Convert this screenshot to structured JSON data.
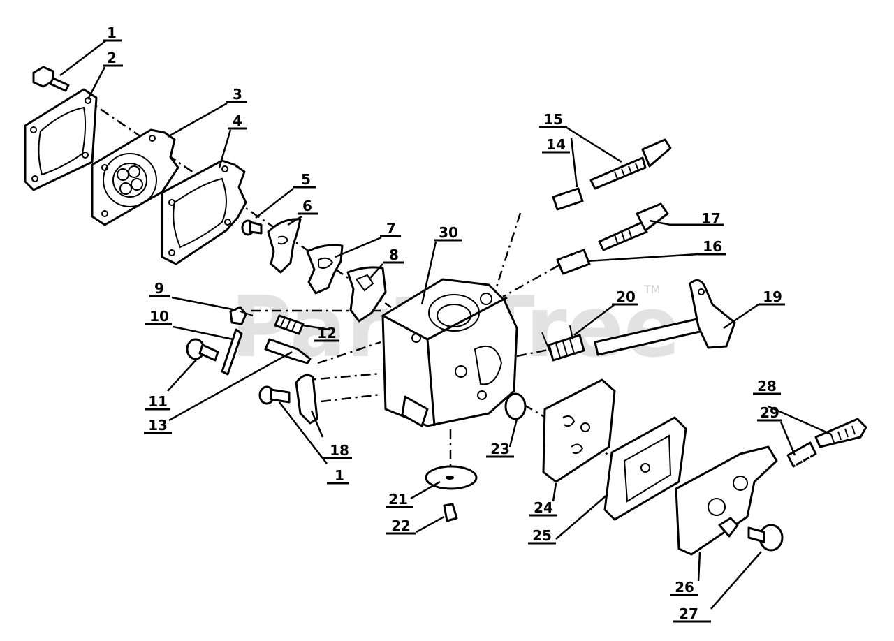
{
  "watermark": {
    "text": "PartsTree",
    "tm": "TM"
  },
  "parts": [
    {
      "id": "p1a",
      "label": "1"
    },
    {
      "id": "p2",
      "label": "2"
    },
    {
      "id": "p3",
      "label": "3"
    },
    {
      "id": "p4",
      "label": "4"
    },
    {
      "id": "p5",
      "label": "5"
    },
    {
      "id": "p6",
      "label": "6"
    },
    {
      "id": "p7",
      "label": "7"
    },
    {
      "id": "p8",
      "label": "8"
    },
    {
      "id": "p9",
      "label": "9"
    },
    {
      "id": "p10",
      "label": "10"
    },
    {
      "id": "p11",
      "label": "11"
    },
    {
      "id": "p12",
      "label": "12"
    },
    {
      "id": "p13",
      "label": "13"
    },
    {
      "id": "p14",
      "label": "14"
    },
    {
      "id": "p15",
      "label": "15"
    },
    {
      "id": "p16",
      "label": "16"
    },
    {
      "id": "p17",
      "label": "17"
    },
    {
      "id": "p18",
      "label": "18"
    },
    {
      "id": "p1b",
      "label": "1"
    },
    {
      "id": "p19",
      "label": "19"
    },
    {
      "id": "p20",
      "label": "20"
    },
    {
      "id": "p21",
      "label": "21"
    },
    {
      "id": "p22",
      "label": "22"
    },
    {
      "id": "p23",
      "label": "23"
    },
    {
      "id": "p24",
      "label": "24"
    },
    {
      "id": "p25",
      "label": "25"
    },
    {
      "id": "p26",
      "label": "26"
    },
    {
      "id": "p27",
      "label": "27"
    },
    {
      "id": "p28",
      "label": "28"
    },
    {
      "id": "p29",
      "label": "29"
    },
    {
      "id": "p30",
      "label": "30"
    }
  ]
}
